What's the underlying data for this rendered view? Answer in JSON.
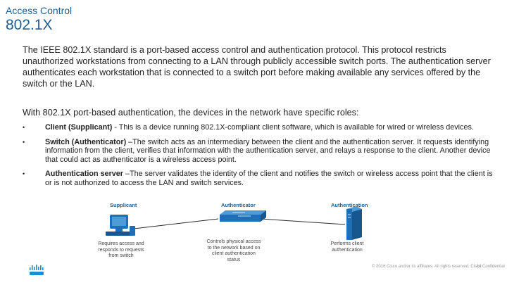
{
  "header": {
    "section": "Access Control",
    "title": "802.1X"
  },
  "body": {
    "intro": "The IEEE 802.1X standard is a port-based access control and authentication protocol. This protocol restricts unauthorized workstations from connecting to a LAN through publicly accessible switch ports. The authentication server authenticates each workstation that is connected to a switch port before making available any services offered by the switch or the LAN.",
    "roles_intro": "With 802.1X port-based authentication, the devices in the network have specific roles:",
    "bullets": [
      {
        "mark": "•",
        "term": "Client (Supplicant)",
        "text": " - This is a device running 802.1X-compliant client software, which is available for wired or wireless devices."
      },
      {
        "mark": "•",
        "term": "Switch (Authenticator)",
        "text": " –The switch acts as an intermediary between the client and the authentication server. It requests identifying information from the client, verifies that information with the authentication server, and relays a response to the client. Another device that could act as authenticator is a wireless access point."
      },
      {
        "mark": "•",
        "term": "Authentication server",
        "text": " –The server validates the identity of the client and notifies the switch or wireless access point that the client is or is not authorized to access the LAN and switch services."
      }
    ]
  },
  "diagram": {
    "supplicant_label": "Supplicant",
    "authenticator_label": "Authenticator",
    "authentication_label": "Authentication",
    "supplicant_caption": "Requires access and responds to requests from switch",
    "authenticator_caption": "Controls physical access to the network based on client authentication status",
    "server_caption": "Performs client authentication"
  },
  "footer": {
    "copyright": "© 2016 Cisco and/or its affiliates. All rights reserved. Cisco Confidential",
    "page": "14"
  },
  "colors": {
    "title": "#1f5f8f",
    "device_blue": "#1e6fb8",
    "link": "#2b2b2b"
  }
}
